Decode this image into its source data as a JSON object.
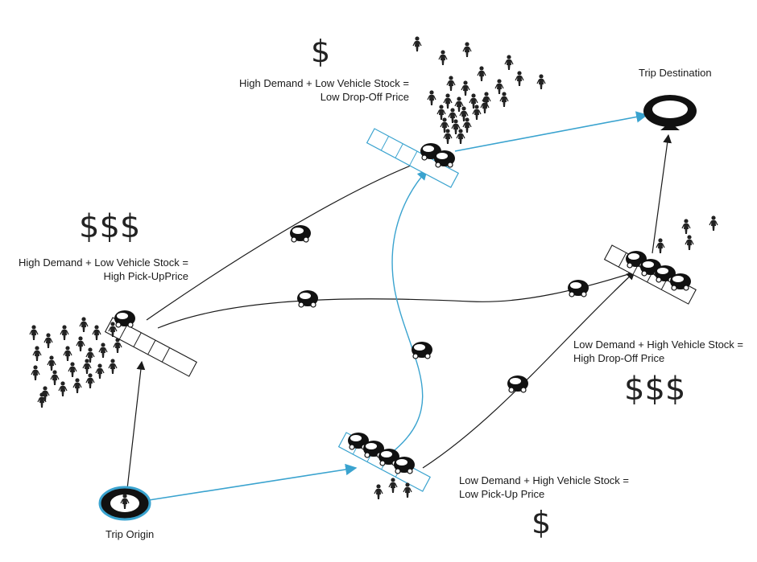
{
  "labels": {
    "origin": "Trip Origin",
    "destination": "Trip Destination",
    "top_station": {
      "line1": "High Demand + Low Vehicle Stock =",
      "line2": "Low Drop-Off Price",
      "price": "$"
    },
    "left_station": {
      "line1": "High Demand + Low Vehicle Stock =",
      "line2": "High Pick-UpPrice",
      "price": "$$$"
    },
    "right_station": {
      "line1": "Low Demand + High Vehicle Stock =",
      "line2": "High Drop-Off Price",
      "price": "$$$"
    },
    "bottom_station": {
      "line1": "Low Demand + High Vehicle Stock =",
      "line2": "Low Pick-Up Price",
      "price": "$"
    }
  },
  "colors": {
    "accent_blue": "#3aa3cf",
    "line_black": "#1a1a1a",
    "vehicle": "#111111"
  }
}
